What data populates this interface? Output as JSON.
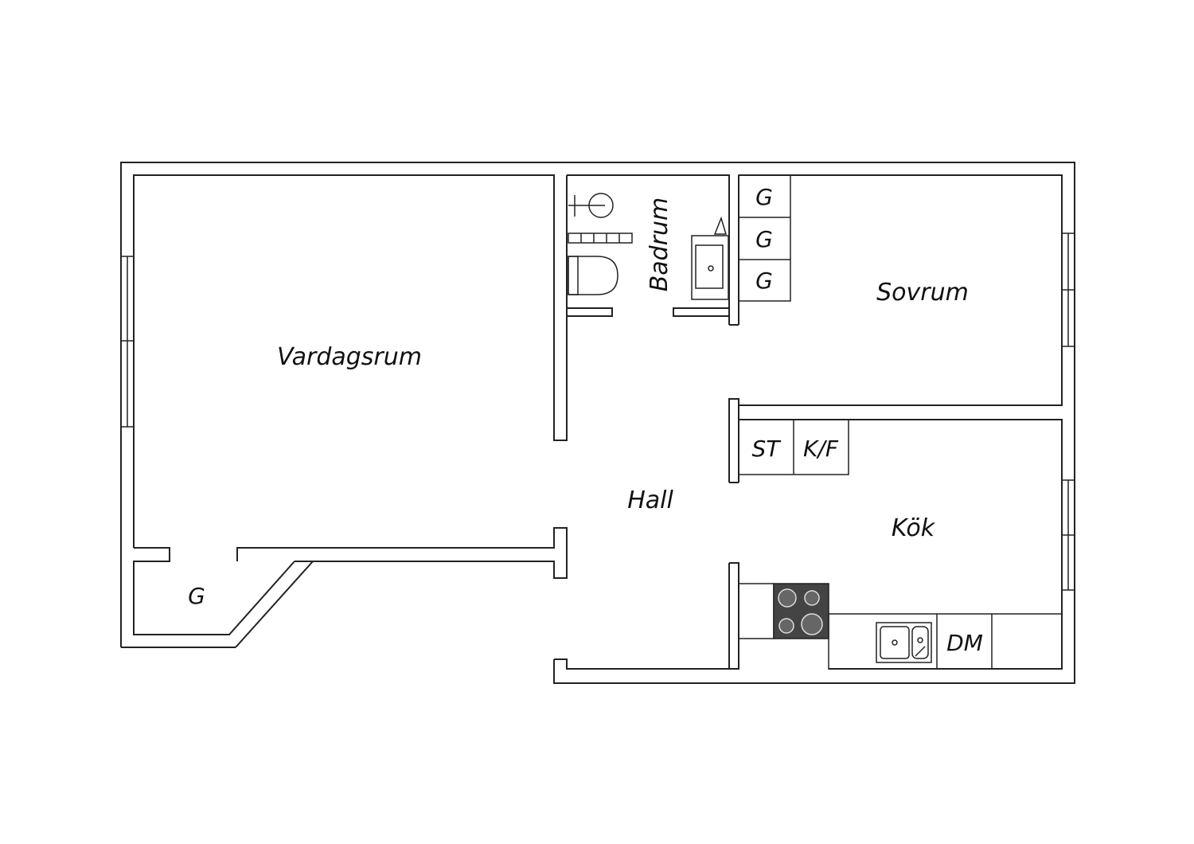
{
  "rooms": {
    "living": "Vardagsrum",
    "bath": "Badrum",
    "bed": "Sovrum",
    "hall": "Hall",
    "kitchen": "Kök"
  },
  "closets": {
    "bed_g1": "G",
    "bed_g2": "G",
    "bed_g3": "G",
    "corner_g": "G"
  },
  "kitchen_units": {
    "st": "ST",
    "kf": "K/F",
    "dm": "DM"
  },
  "colors": {
    "wall": "#222222",
    "stove": "#444444",
    "background": "#ffffff"
  }
}
